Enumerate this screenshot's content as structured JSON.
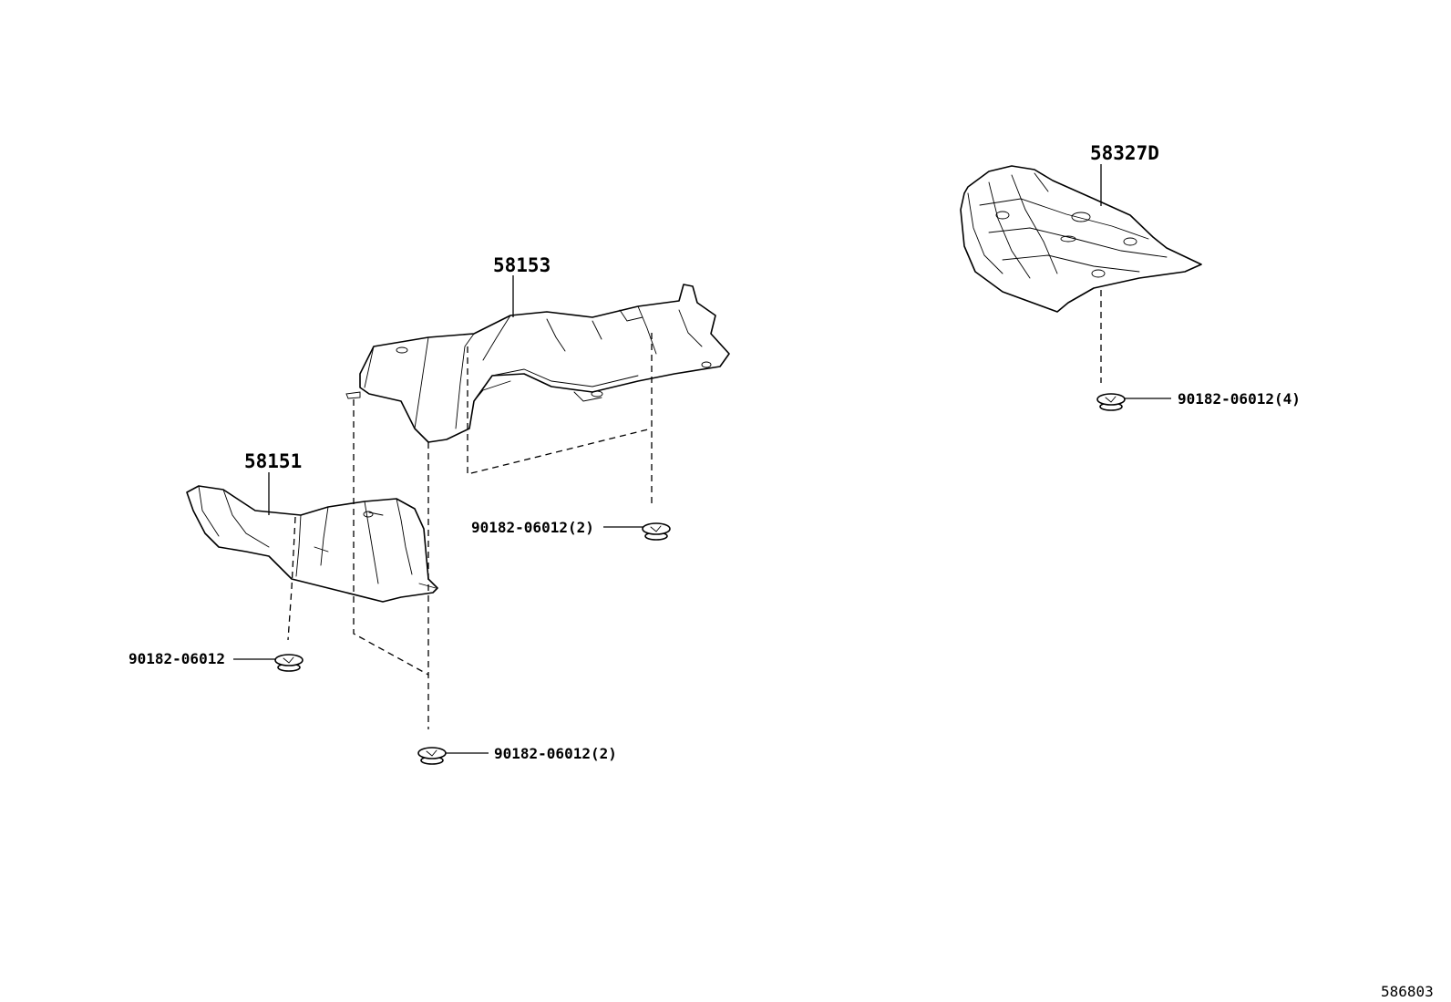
{
  "diagram": {
    "parts": [
      {
        "id": "58153",
        "label": "58153"
      },
      {
        "id": "58151",
        "label": "58151"
      },
      {
        "id": "58327D",
        "label": "58327D"
      }
    ],
    "fasteners": [
      {
        "id": "f1",
        "label": "90182-06012"
      },
      {
        "id": "f2",
        "label": "90182-06012(2)"
      },
      {
        "id": "f3",
        "label": "90182-06012(2)"
      },
      {
        "id": "f4",
        "label": "90182-06012(4)"
      }
    ],
    "diagram_id": "586803"
  }
}
